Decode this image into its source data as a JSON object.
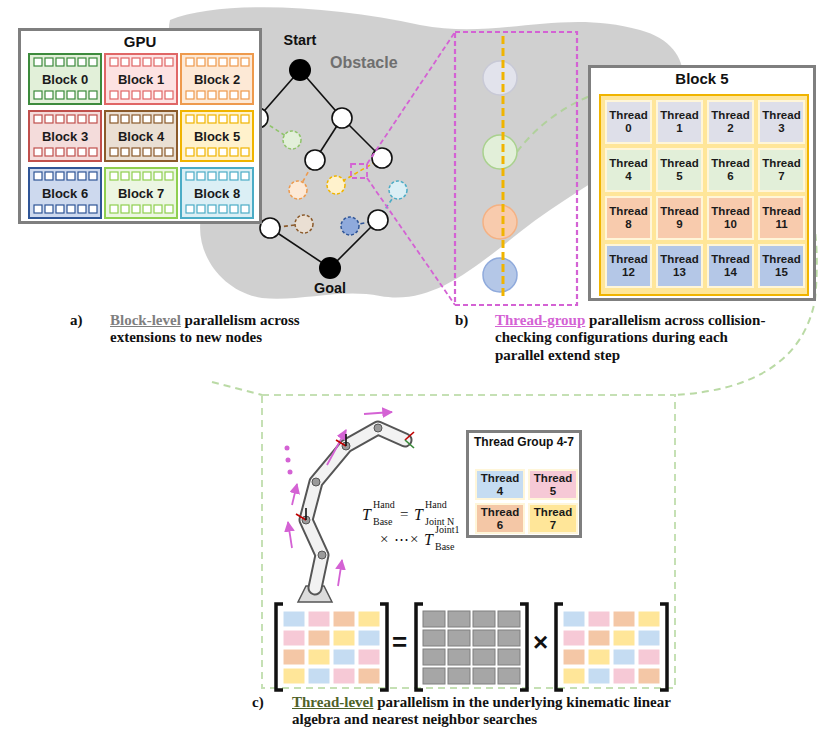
{
  "diagram": {
    "nodes": [
      {
        "text": [
          "GPU"
        ]
      },
      {
        "text": [
          "Block 0"
        ],
        "in": 0
      },
      {
        "text": [
          "Block 1"
        ],
        "in": 0
      },
      {
        "text": [
          "Block 2"
        ],
        "in": 0
      },
      {
        "text": [
          "Block 3"
        ],
        "in": 0
      },
      {
        "text": [
          "Block 4"
        ],
        "in": 0
      },
      {
        "text": [
          "Block 5"
        ],
        "in": 0
      },
      {
        "text": [
          "Block 6"
        ],
        "in": 0
      },
      {
        "text": [
          "Block 7"
        ],
        "in": 0
      },
      {
        "text": [
          "Block 8"
        ],
        "in": 0
      },
      {
        "text": [
          "Start"
        ]
      },
      {
        "text": [
          "Goal"
        ]
      },
      {
        "text": [
          "Block 5"
        ]
      },
      {
        "text": [
          "Thread 0"
        ],
        "in": 12
      },
      {
        "text": [
          "Thread 1"
        ],
        "in": 12
      },
      {
        "text": [
          "Thread 2"
        ],
        "in": 12
      },
      {
        "text": [
          "Thread 3"
        ],
        "in": 12
      },
      {
        "text": [
          "Thread 4"
        ],
        "in": 12
      },
      {
        "text": [
          "Thread 5"
        ],
        "in": 12
      },
      {
        "text": [
          "Thread 6"
        ],
        "in": 12
      },
      {
        "text": [
          "Thread 7"
        ],
        "in": 12
      },
      {
        "text": [
          "Thread 8"
        ],
        "in": 12
      },
      {
        "text": [
          "Thread 9"
        ],
        "in": 12
      },
      {
        "text": [
          "Thread 10"
        ],
        "in": 12
      },
      {
        "text": [
          "Thread 11"
        ],
        "in": 12
      },
      {
        "text": [
          "Thread 12"
        ],
        "in": 12
      },
      {
        "text": [
          "Thread 13"
        ],
        "in": 12
      },
      {
        "text": [
          "Thread 14"
        ],
        "in": 12
      },
      {
        "text": [
          "Thread 15"
        ],
        "in": 12
      },
      {
        "text": [
          "Thread Group 4-7"
        ]
      },
      {
        "text": [
          "Thread 4"
        ],
        "in": 29
      },
      {
        "text": [
          "Thread 5"
        ],
        "in": 29
      },
      {
        "text": [
          "Thread 6"
        ],
        "in": 29
      },
      {
        "text": [
          "Thread 7"
        ],
        "in": 29
      }
    ],
    "labels": [
      "Obstacle",
      "a)",
      "Block-level",
      "parallelism across extensions to new nodes",
      "b)",
      "Thread-group",
      "parallelism across collision-checking configurations during each parallel extend step",
      "c)",
      "Thread-level",
      "parallelism in the underlying kinematic linear algebra and nearest neighbor searches",
      "T",
      "Hand",
      "Base",
      "=",
      "T",
      "Hand",
      "Joint N",
      "×",
      "⋯",
      "×",
      "T",
      "Joint1",
      "Base",
      "=",
      "×"
    ]
  }
}
